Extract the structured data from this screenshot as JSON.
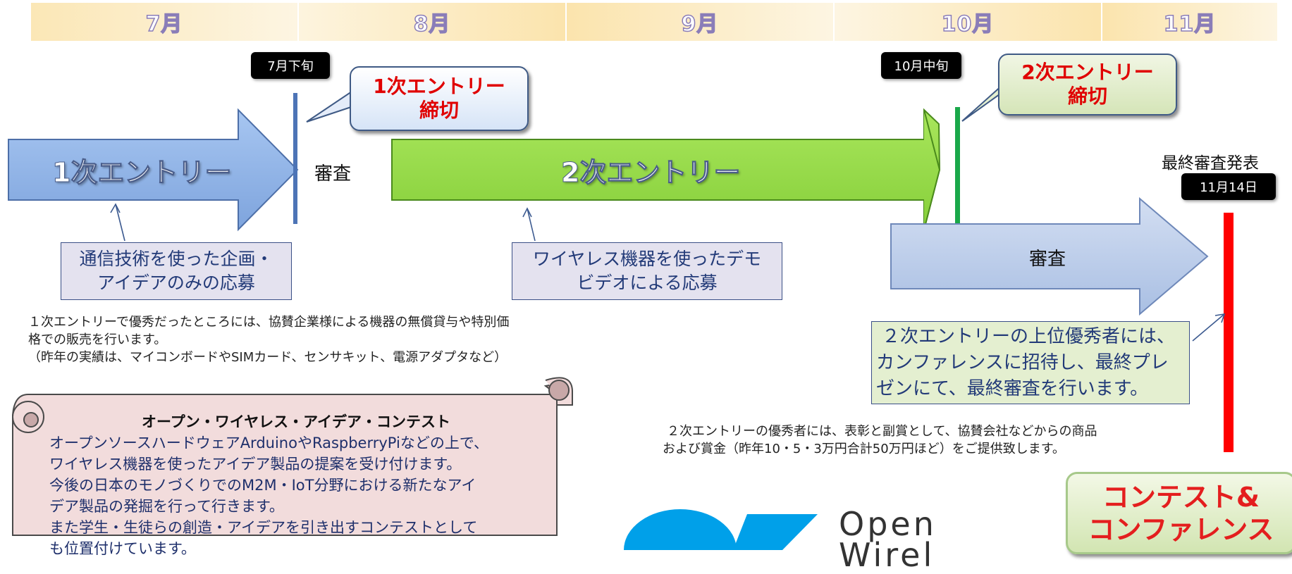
{
  "months": [
    "7月",
    "8月",
    "9月",
    "10月",
    "11月"
  ],
  "tags": {
    "late_july": "7月下旬",
    "mid_october": "10月中旬",
    "final_date": "11月14日"
  },
  "first_deadline": {
    "line1": "1次エントリー",
    "line2": "締切"
  },
  "second_deadline": {
    "line1": "2次エントリー",
    "line2": "締切"
  },
  "first_entry_label": "1次エントリー",
  "second_entry_label": "2次エントリー",
  "review_label_1": "審査",
  "review_label_2": "審査",
  "final_review_label": "最終審査発表",
  "box1": {
    "line1": "通信技術を使った企画・",
    "line2": "アイデアのみの応募"
  },
  "box2": {
    "line1": "ワイヤレス機器を使ったデモ",
    "line2": "ビデオによる応募"
  },
  "note1": {
    "line1": "１次エントリーで優秀だったところには、協賛企業様による機器の無償貸与や特別価",
    "line2": "格での販売を行います。",
    "line3": "（昨年の実績は、マイコンボードやSIMカード、センサキット、電源アダプタなど）"
  },
  "box3": {
    "line1": "２次エントリーの上位優秀者には、",
    "line2": "カンファレンスに招待し、最終プレ",
    "line3": "ゼンにて、最終審査を行います。"
  },
  "note2": {
    "line1": "２次エントリーの優秀者には、表彰と副賞として、協賛会社などからの商品",
    "line2": "および賞金（昨年10・5・3万円合計50万円ほど）をご提供致します。"
  },
  "scroll": {
    "title": "オープン・ワイヤレス・アイデア・コンテスト",
    "lines": [
      "オープンソースハードウェアArduinoやRaspberryPiなどの上で、",
      "ワイヤレス機器を使ったアイデア製品の提案を受け付けます。",
      "今後の日本のモノづくりでのM2M・IoT分野における新たなアイ",
      "デア製品の発掘を行って行きます。",
      "また学生・生徒らの創造・アイデアを引き出すコンテストとして",
      "も位置付けています。"
    ]
  },
  "contest_badge": {
    "line1": "コンテスト&",
    "line2": "コンファレンス"
  },
  "logo": {
    "line1": "Open",
    "line2": "Wirel"
  },
  "colors": {
    "first_arrow": "#8fb4e9",
    "second_arrow": "#96db4a",
    "review_arrow": "#b9cbe8",
    "deadline_red": "#e00000",
    "final_bar": "#ff0000",
    "logo_blue": "#00a0e9"
  }
}
